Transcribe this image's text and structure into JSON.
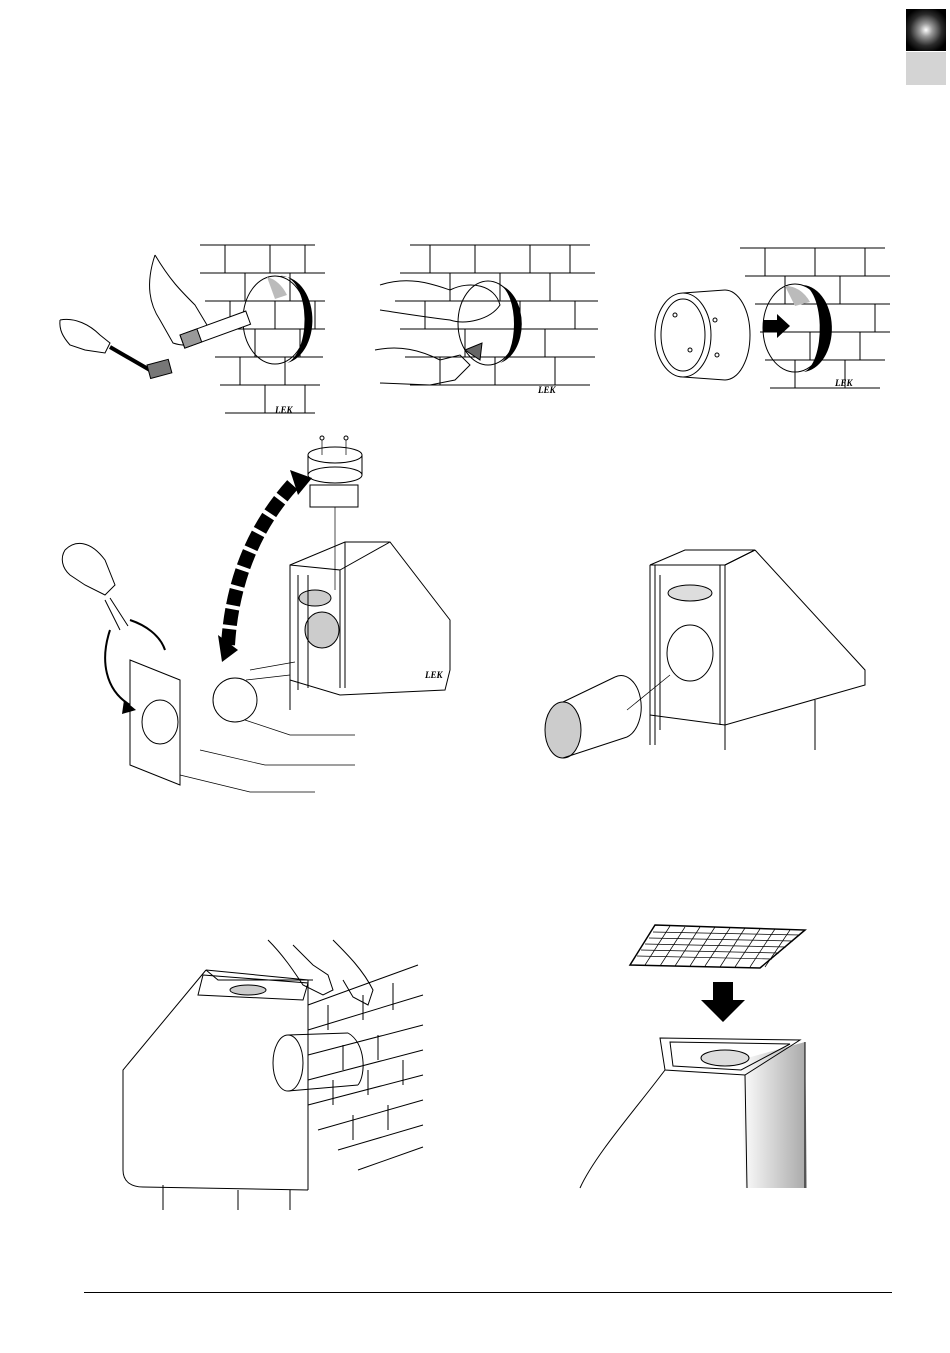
{
  "header": {
    "tab_dark_color": "#000000",
    "tab_light_color": "#d4d4d4"
  },
  "figures": {
    "wall_1": {
      "brand": "LEK",
      "icon": "hammer-chisel-wall-icon"
    },
    "wall_2": {
      "brand": "LEK",
      "icon": "trowel-mortar-wall-icon"
    },
    "wall_3": {
      "brand": "LEK",
      "icon": "flue-sleeve-insert-icon"
    },
    "stove_exploded": {
      "brand": "LEK",
      "icon": "stove-exploded-assembly-icon"
    },
    "stove_pipe": {
      "icon": "stove-pipe-connection-icon"
    },
    "stove_wall": {
      "icon": "stove-wall-mounting-icon"
    },
    "stove_grate": {
      "icon": "stove-grate-placement-icon"
    }
  },
  "footer": {
    "rule_color": "#000000"
  }
}
